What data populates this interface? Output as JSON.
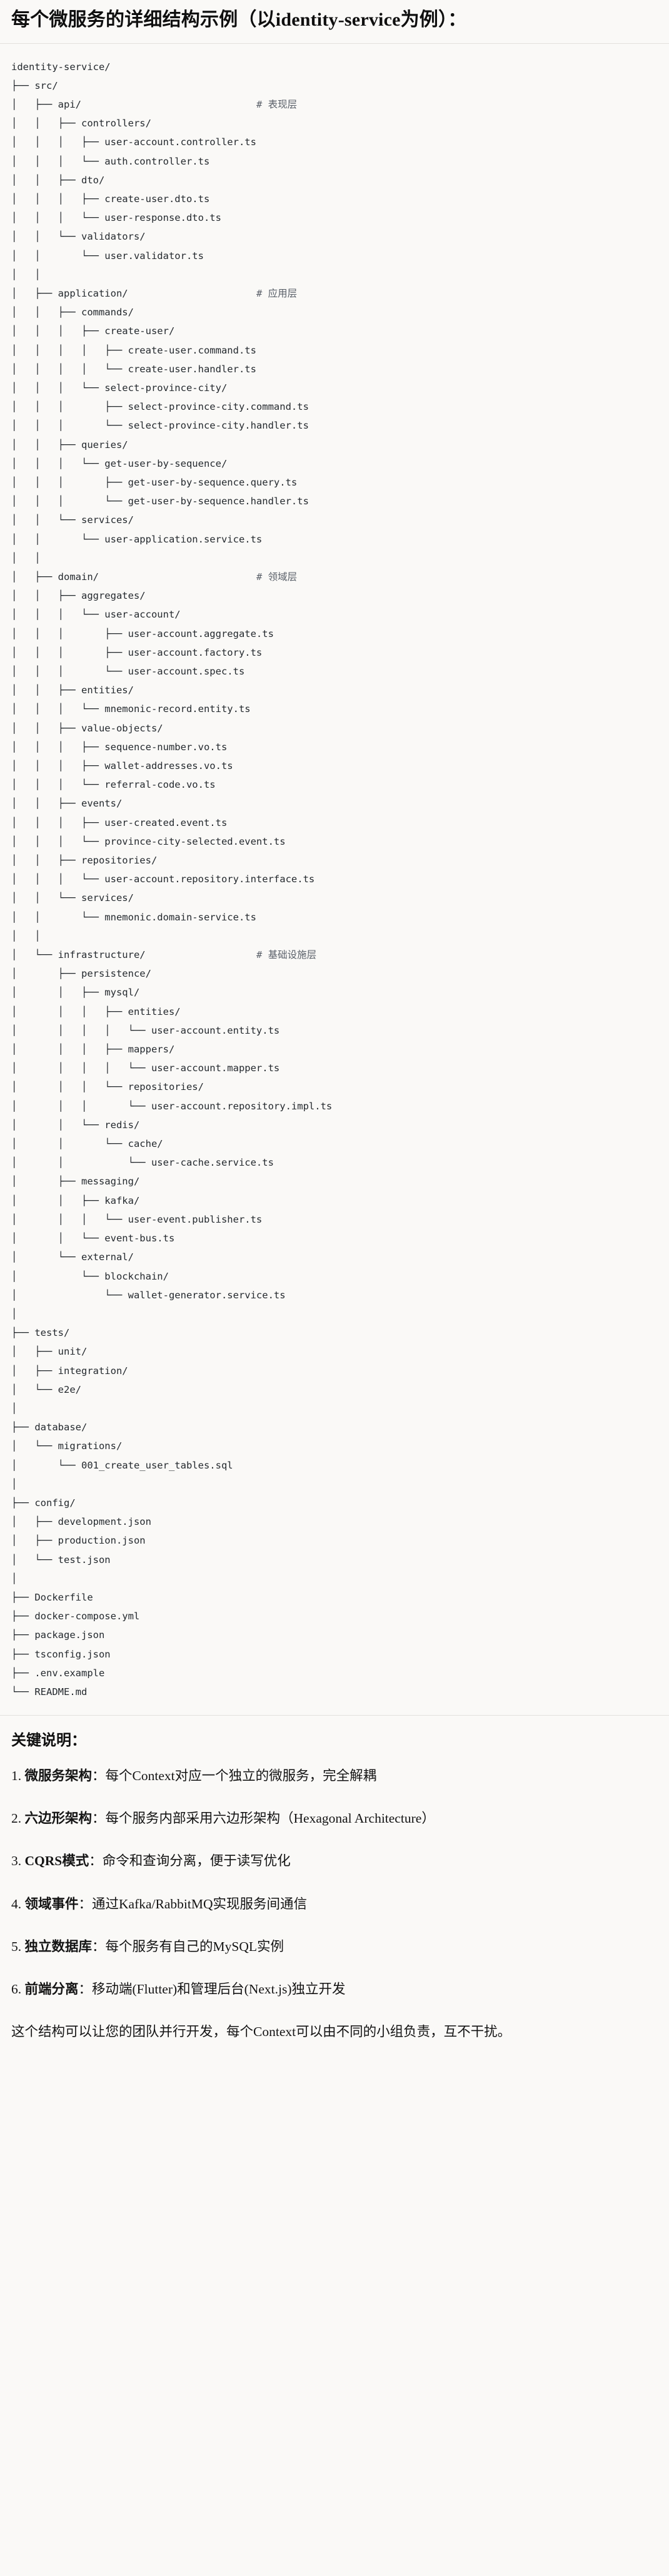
{
  "document": {
    "title": "每个微服务的详细结构示例（以identity-service为例）：",
    "tree": [
      {
        "prefix": "",
        "name": "identity-service/",
        "comment": ""
      },
      {
        "prefix": "├── ",
        "name": "src/",
        "comment": ""
      },
      {
        "prefix": "│   ├── ",
        "name": "api/",
        "comment": "# 表现层"
      },
      {
        "prefix": "│   │   ├── ",
        "name": "controllers/",
        "comment": ""
      },
      {
        "prefix": "│   │   │   ├── ",
        "name": "user-account.controller.ts",
        "comment": ""
      },
      {
        "prefix": "│   │   │   └── ",
        "name": "auth.controller.ts",
        "comment": ""
      },
      {
        "prefix": "│   │   ├── ",
        "name": "dto/",
        "comment": ""
      },
      {
        "prefix": "│   │   │   ├── ",
        "name": "create-user.dto.ts",
        "comment": ""
      },
      {
        "prefix": "│   │   │   └── ",
        "name": "user-response.dto.ts",
        "comment": ""
      },
      {
        "prefix": "│   │   └── ",
        "name": "validators/",
        "comment": ""
      },
      {
        "prefix": "│   │       └── ",
        "name": "user.validator.ts",
        "comment": ""
      },
      {
        "prefix": "│   │",
        "name": "",
        "comment": ""
      },
      {
        "prefix": "│   ├── ",
        "name": "application/",
        "comment": "# 应用层"
      },
      {
        "prefix": "│   │   ├── ",
        "name": "commands/",
        "comment": ""
      },
      {
        "prefix": "│   │   │   ├── ",
        "name": "create-user/",
        "comment": ""
      },
      {
        "prefix": "│   │   │   │   ├── ",
        "name": "create-user.command.ts",
        "comment": ""
      },
      {
        "prefix": "│   │   │   │   └── ",
        "name": "create-user.handler.ts",
        "comment": ""
      },
      {
        "prefix": "│   │   │   └── ",
        "name": "select-province-city/",
        "comment": ""
      },
      {
        "prefix": "│   │   │       ├── ",
        "name": "select-province-city.command.ts",
        "comment": ""
      },
      {
        "prefix": "│   │   │       └── ",
        "name": "select-province-city.handler.ts",
        "comment": ""
      },
      {
        "prefix": "│   │   ├── ",
        "name": "queries/",
        "comment": ""
      },
      {
        "prefix": "│   │   │   └── ",
        "name": "get-user-by-sequence/",
        "comment": ""
      },
      {
        "prefix": "│   │   │       ├── ",
        "name": "get-user-by-sequence.query.ts",
        "comment": ""
      },
      {
        "prefix": "│   │   │       └── ",
        "name": "get-user-by-sequence.handler.ts",
        "comment": ""
      },
      {
        "prefix": "│   │   └── ",
        "name": "services/",
        "comment": ""
      },
      {
        "prefix": "│   │       └── ",
        "name": "user-application.service.ts",
        "comment": ""
      },
      {
        "prefix": "│   │",
        "name": "",
        "comment": ""
      },
      {
        "prefix": "│   ├── ",
        "name": "domain/",
        "comment": "# 领域层"
      },
      {
        "prefix": "│   │   ├── ",
        "name": "aggregates/",
        "comment": ""
      },
      {
        "prefix": "│   │   │   └── ",
        "name": "user-account/",
        "comment": ""
      },
      {
        "prefix": "│   │   │       ├── ",
        "name": "user-account.aggregate.ts",
        "comment": ""
      },
      {
        "prefix": "│   │   │       ├── ",
        "name": "user-account.factory.ts",
        "comment": ""
      },
      {
        "prefix": "│   │   │       └── ",
        "name": "user-account.spec.ts",
        "comment": ""
      },
      {
        "prefix": "│   │   ├── ",
        "name": "entities/",
        "comment": ""
      },
      {
        "prefix": "│   │   │   └── ",
        "name": "mnemonic-record.entity.ts",
        "comment": ""
      },
      {
        "prefix": "│   │   ├── ",
        "name": "value-objects/",
        "comment": ""
      },
      {
        "prefix": "│   │   │   ├── ",
        "name": "sequence-number.vo.ts",
        "comment": ""
      },
      {
        "prefix": "│   │   │   ├── ",
        "name": "wallet-addresses.vo.ts",
        "comment": ""
      },
      {
        "prefix": "│   │   │   └── ",
        "name": "referral-code.vo.ts",
        "comment": ""
      },
      {
        "prefix": "│   │   ├── ",
        "name": "events/",
        "comment": ""
      },
      {
        "prefix": "│   │   │   ├── ",
        "name": "user-created.event.ts",
        "comment": ""
      },
      {
        "prefix": "│   │   │   └── ",
        "name": "province-city-selected.event.ts",
        "comment": ""
      },
      {
        "prefix": "│   │   ├── ",
        "name": "repositories/",
        "comment": ""
      },
      {
        "prefix": "│   │   │   └── ",
        "name": "user-account.repository.interface.ts",
        "comment": ""
      },
      {
        "prefix": "│   │   └── ",
        "name": "services/",
        "comment": ""
      },
      {
        "prefix": "│   │       └── ",
        "name": "mnemonic.domain-service.ts",
        "comment": ""
      },
      {
        "prefix": "│   │",
        "name": "",
        "comment": ""
      },
      {
        "prefix": "│   └── ",
        "name": "infrastructure/",
        "comment": "# 基础设施层"
      },
      {
        "prefix": "│       ├── ",
        "name": "persistence/",
        "comment": ""
      },
      {
        "prefix": "│       │   ├── ",
        "name": "mysql/",
        "comment": ""
      },
      {
        "prefix": "│       │   │   ├── ",
        "name": "entities/",
        "comment": ""
      },
      {
        "prefix": "│       │   │   │   └── ",
        "name": "user-account.entity.ts",
        "comment": ""
      },
      {
        "prefix": "│       │   │   ├── ",
        "name": "mappers/",
        "comment": ""
      },
      {
        "prefix": "│       │   │   │   └── ",
        "name": "user-account.mapper.ts",
        "comment": ""
      },
      {
        "prefix": "│       │   │   └── ",
        "name": "repositories/",
        "comment": ""
      },
      {
        "prefix": "│       │   │       └── ",
        "name": "user-account.repository.impl.ts",
        "comment": ""
      },
      {
        "prefix": "│       │   └── ",
        "name": "redis/",
        "comment": ""
      },
      {
        "prefix": "│       │       └── ",
        "name": "cache/",
        "comment": ""
      },
      {
        "prefix": "│       │           └── ",
        "name": "user-cache.service.ts",
        "comment": ""
      },
      {
        "prefix": "│       ├── ",
        "name": "messaging/",
        "comment": ""
      },
      {
        "prefix": "│       │   ├── ",
        "name": "kafka/",
        "comment": ""
      },
      {
        "prefix": "│       │   │   └── ",
        "name": "user-event.publisher.ts",
        "comment": ""
      },
      {
        "prefix": "│       │   └── ",
        "name": "event-bus.ts",
        "comment": ""
      },
      {
        "prefix": "│       └── ",
        "name": "external/",
        "comment": ""
      },
      {
        "prefix": "│           └── ",
        "name": "blockchain/",
        "comment": ""
      },
      {
        "prefix": "│               └── ",
        "name": "wallet-generator.service.ts",
        "comment": ""
      },
      {
        "prefix": "│",
        "name": "",
        "comment": ""
      },
      {
        "prefix": "├── ",
        "name": "tests/",
        "comment": ""
      },
      {
        "prefix": "│   ├── ",
        "name": "unit/",
        "comment": ""
      },
      {
        "prefix": "│   ├── ",
        "name": "integration/",
        "comment": ""
      },
      {
        "prefix": "│   └── ",
        "name": "e2e/",
        "comment": ""
      },
      {
        "prefix": "│",
        "name": "",
        "comment": ""
      },
      {
        "prefix": "├── ",
        "name": "database/",
        "comment": ""
      },
      {
        "prefix": "│   └── ",
        "name": "migrations/",
        "comment": ""
      },
      {
        "prefix": "│       └── ",
        "name": "001_create_user_tables.sql",
        "comment": ""
      },
      {
        "prefix": "│",
        "name": "",
        "comment": ""
      },
      {
        "prefix": "├── ",
        "name": "config/",
        "comment": ""
      },
      {
        "prefix": "│   ├── ",
        "name": "development.json",
        "comment": ""
      },
      {
        "prefix": "│   ├── ",
        "name": "production.json",
        "comment": ""
      },
      {
        "prefix": "│   └── ",
        "name": "test.json",
        "comment": ""
      },
      {
        "prefix": "│",
        "name": "",
        "comment": ""
      },
      {
        "prefix": "├── ",
        "name": "Dockerfile",
        "comment": ""
      },
      {
        "prefix": "├── ",
        "name": "docker-compose.yml",
        "comment": ""
      },
      {
        "prefix": "├── ",
        "name": "package.json",
        "comment": ""
      },
      {
        "prefix": "├── ",
        "name": "tsconfig.json",
        "comment": ""
      },
      {
        "prefix": "├── ",
        "name": ".env.example",
        "comment": ""
      },
      {
        "prefix": "└── ",
        "name": "README.md",
        "comment": ""
      }
    ],
    "notes_title": "关键说明：",
    "notes": [
      {
        "num": "1. ",
        "lead": "微服务架构",
        "body": "：每个Context对应一个独立的微服务，完全解耦"
      },
      {
        "num": "2. ",
        "lead": "六边形架构",
        "body": "：每个服务内部采用六边形架构（Hexagonal Architecture）"
      },
      {
        "num": "3. ",
        "lead": "CQRS模式",
        "body": "：命令和查询分离，便于读写优化"
      },
      {
        "num": "4. ",
        "lead": "领域事件",
        "body": "：通过Kafka/RabbitMQ实现服务间通信"
      },
      {
        "num": "5. ",
        "lead": "独立数据库",
        "body": "：每个服务有自己的MySQL实例"
      },
      {
        "num": "6. ",
        "lead": "前端分离",
        "body": "：移动端(Flutter)和管理后台(Next.js)独立开发"
      }
    ],
    "closing": "这个结构可以让您的团队并行开发，每个Context可以由不同的小组负责，互不干扰。",
    "comment_column": 42
  },
  "colors": {
    "background": "#faf9f7",
    "text": "#1a1a1a",
    "code_text": "#24292e",
    "comment_text": "#5a6069",
    "rule": "#e3e1dd"
  }
}
